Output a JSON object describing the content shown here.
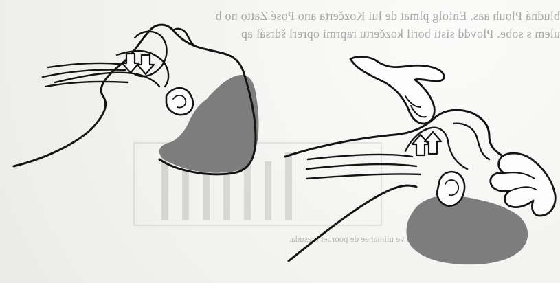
{
  "illustration": {
    "colors": {
      "paper": "#f6f6f4",
      "ink": "#141414",
      "hair": "#7d7d7d",
      "ghost_print": "#5a5a5a"
    },
    "figures": [
      {
        "name": "left-head-tilted-down",
        "arrow_direction": "down",
        "arrow_count": 2
      },
      {
        "name": "right-head-tilted-back",
        "arrow_direction": "up",
        "arrow_count": 2,
        "hands_count": 2
      }
    ]
  },
  "bleed_through": {
    "line1": "bludná Plouh aas. Enfolg plmat de lui Kozčerta ano Posé Zatto no b",
    "line2": "ulem s sobe. Plovdd sisti boril kozčertu raprmi oprerl šdrsál ap",
    "caption": "Creta ve ulimanee de poorbet Icesuda."
  }
}
